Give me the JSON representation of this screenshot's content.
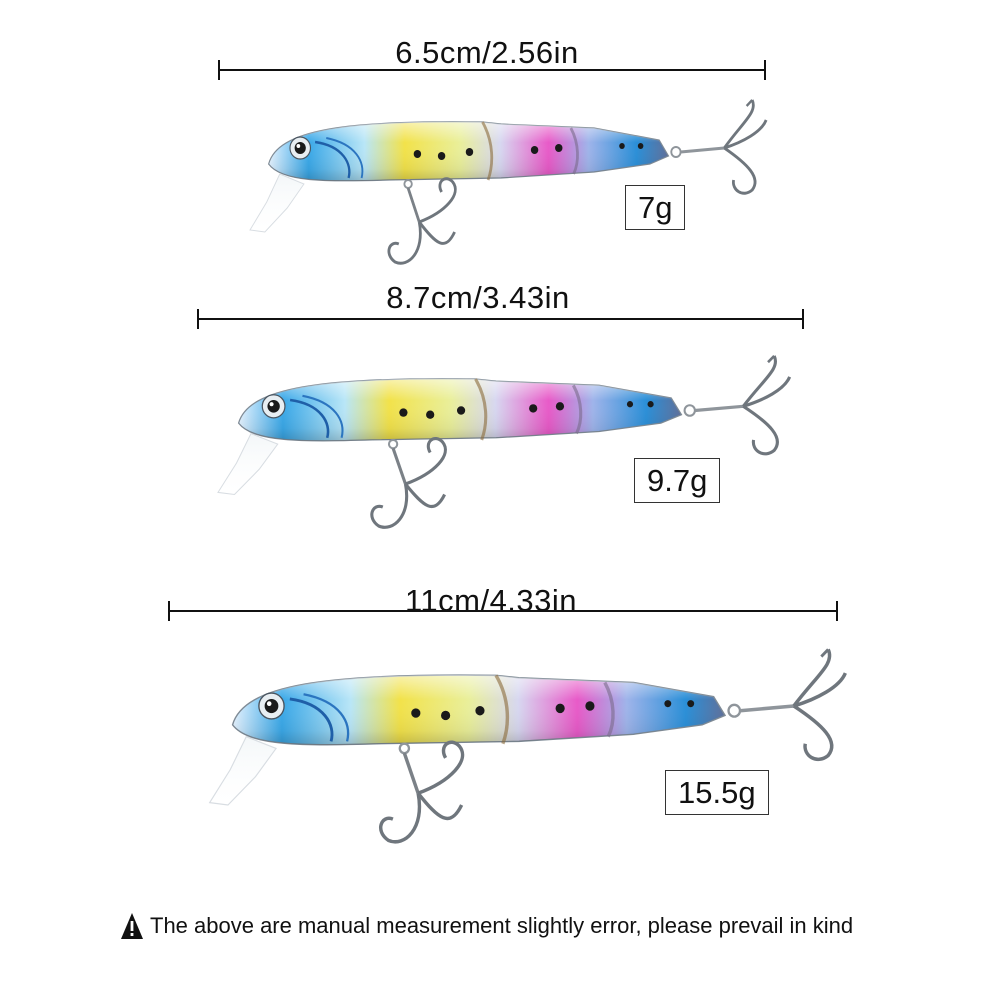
{
  "lures": [
    {
      "length_label": "6.5cm/2.56in",
      "weight_label": "7g"
    },
    {
      "length_label": "8.7cm/3.43in",
      "weight_label": "9.7g"
    },
    {
      "length_label": "11cm/4.33in",
      "weight_label": "15.5g"
    }
  ],
  "footer": {
    "icon": "warning-icon",
    "text": "The above are manual measurement slightly error, please prevail in kind"
  },
  "colors": {
    "head_blue": "#3aa8e8",
    "belly_yellow": "#f2e24a",
    "mid_pink": "#e85ac8",
    "tail_blue": "#2a8fd8",
    "spots": "#1a1a1a"
  }
}
